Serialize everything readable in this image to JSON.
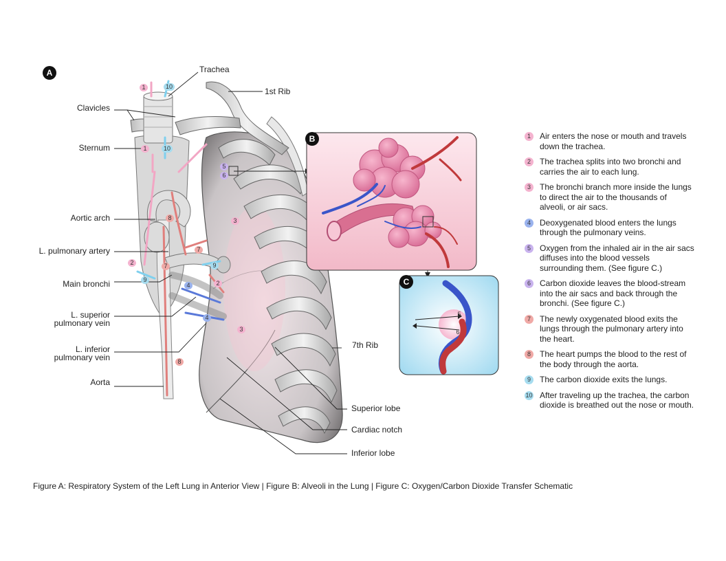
{
  "figure_letters": {
    "a": "A",
    "b": "B",
    "c": "C"
  },
  "labels_left": {
    "clavicles": "Clavicles",
    "sternum": "Sternum",
    "aortic_arch": "Aortic arch",
    "pulmonary_artery": "L. pulmonary artery",
    "main_bronchi": "Main bronchi",
    "superior_vein_1": "L. superior",
    "superior_vein_2": "pulmonary vein",
    "inferior_vein_1": "L. inferior",
    "inferior_vein_2": "pulmonary vein",
    "aorta": "Aorta"
  },
  "labels_other": {
    "trachea": "Trachea",
    "first_rib": "1st Rib",
    "seventh_rib": "7th Rib",
    "superior_lobe": "Superior lobe",
    "cardiac_notch": "Cardiac notch",
    "inferior_lobe": "Inferior lobe"
  },
  "step_numbers": [
    "1",
    "2",
    "3",
    "4",
    "5",
    "6",
    "7",
    "8",
    "9",
    "10"
  ],
  "legend": [
    {
      "num": "1",
      "color": "#f4b3cf",
      "text": "Air enters the nose or mouth and travels down the trachea."
    },
    {
      "num": "2",
      "color": "#f4b3cf",
      "text": "The trachea splits into two bronchi and carries the air to each lung."
    },
    {
      "num": "3",
      "color": "#f4b3cf",
      "text": "The bronchi branch more inside the lungs to direct the air to the thousands of alveoli, or air sacs."
    },
    {
      "num": "4",
      "color": "#9ab3ee",
      "text": "Deoxygenated blood enters the lungs through the pulmonary veins."
    },
    {
      "num": "5",
      "color": "#c9b3ee",
      "text": "Oxygen from the inhaled air in the air sacs diffuses into the blood vessels surrounding them. (See figure C.)"
    },
    {
      "num": "6",
      "color": "#c9b3ee",
      "text": "Carbon dioxide leaves the blood-stream into the air sacs and back through the bronchi. (See figure C.)"
    },
    {
      "num": "7",
      "color": "#f0a9a6",
      "text": "The newly oxygenated blood exits the lungs through the pulmonary artery into the heart."
    },
    {
      "num": "8",
      "color": "#f0a9a6",
      "text": "The heart pumps the blood to the rest of the body through the aorta."
    },
    {
      "num": "9",
      "color": "#a6dcef",
      "text": "The carbon dioxide exits the lungs."
    },
    {
      "num": "10",
      "color": "#a6dcef",
      "text": "After traveling up the trachea, the carbon dioxide is breathed out the nose or mouth."
    }
  ],
  "caption": "Figure A: Respiratory System of the Left Lung in Anterior View  |  Figure B: Alveoli in the Lung  |  Figure C: Oxygen/Carbon Dioxide Transfer Schematic"
}
